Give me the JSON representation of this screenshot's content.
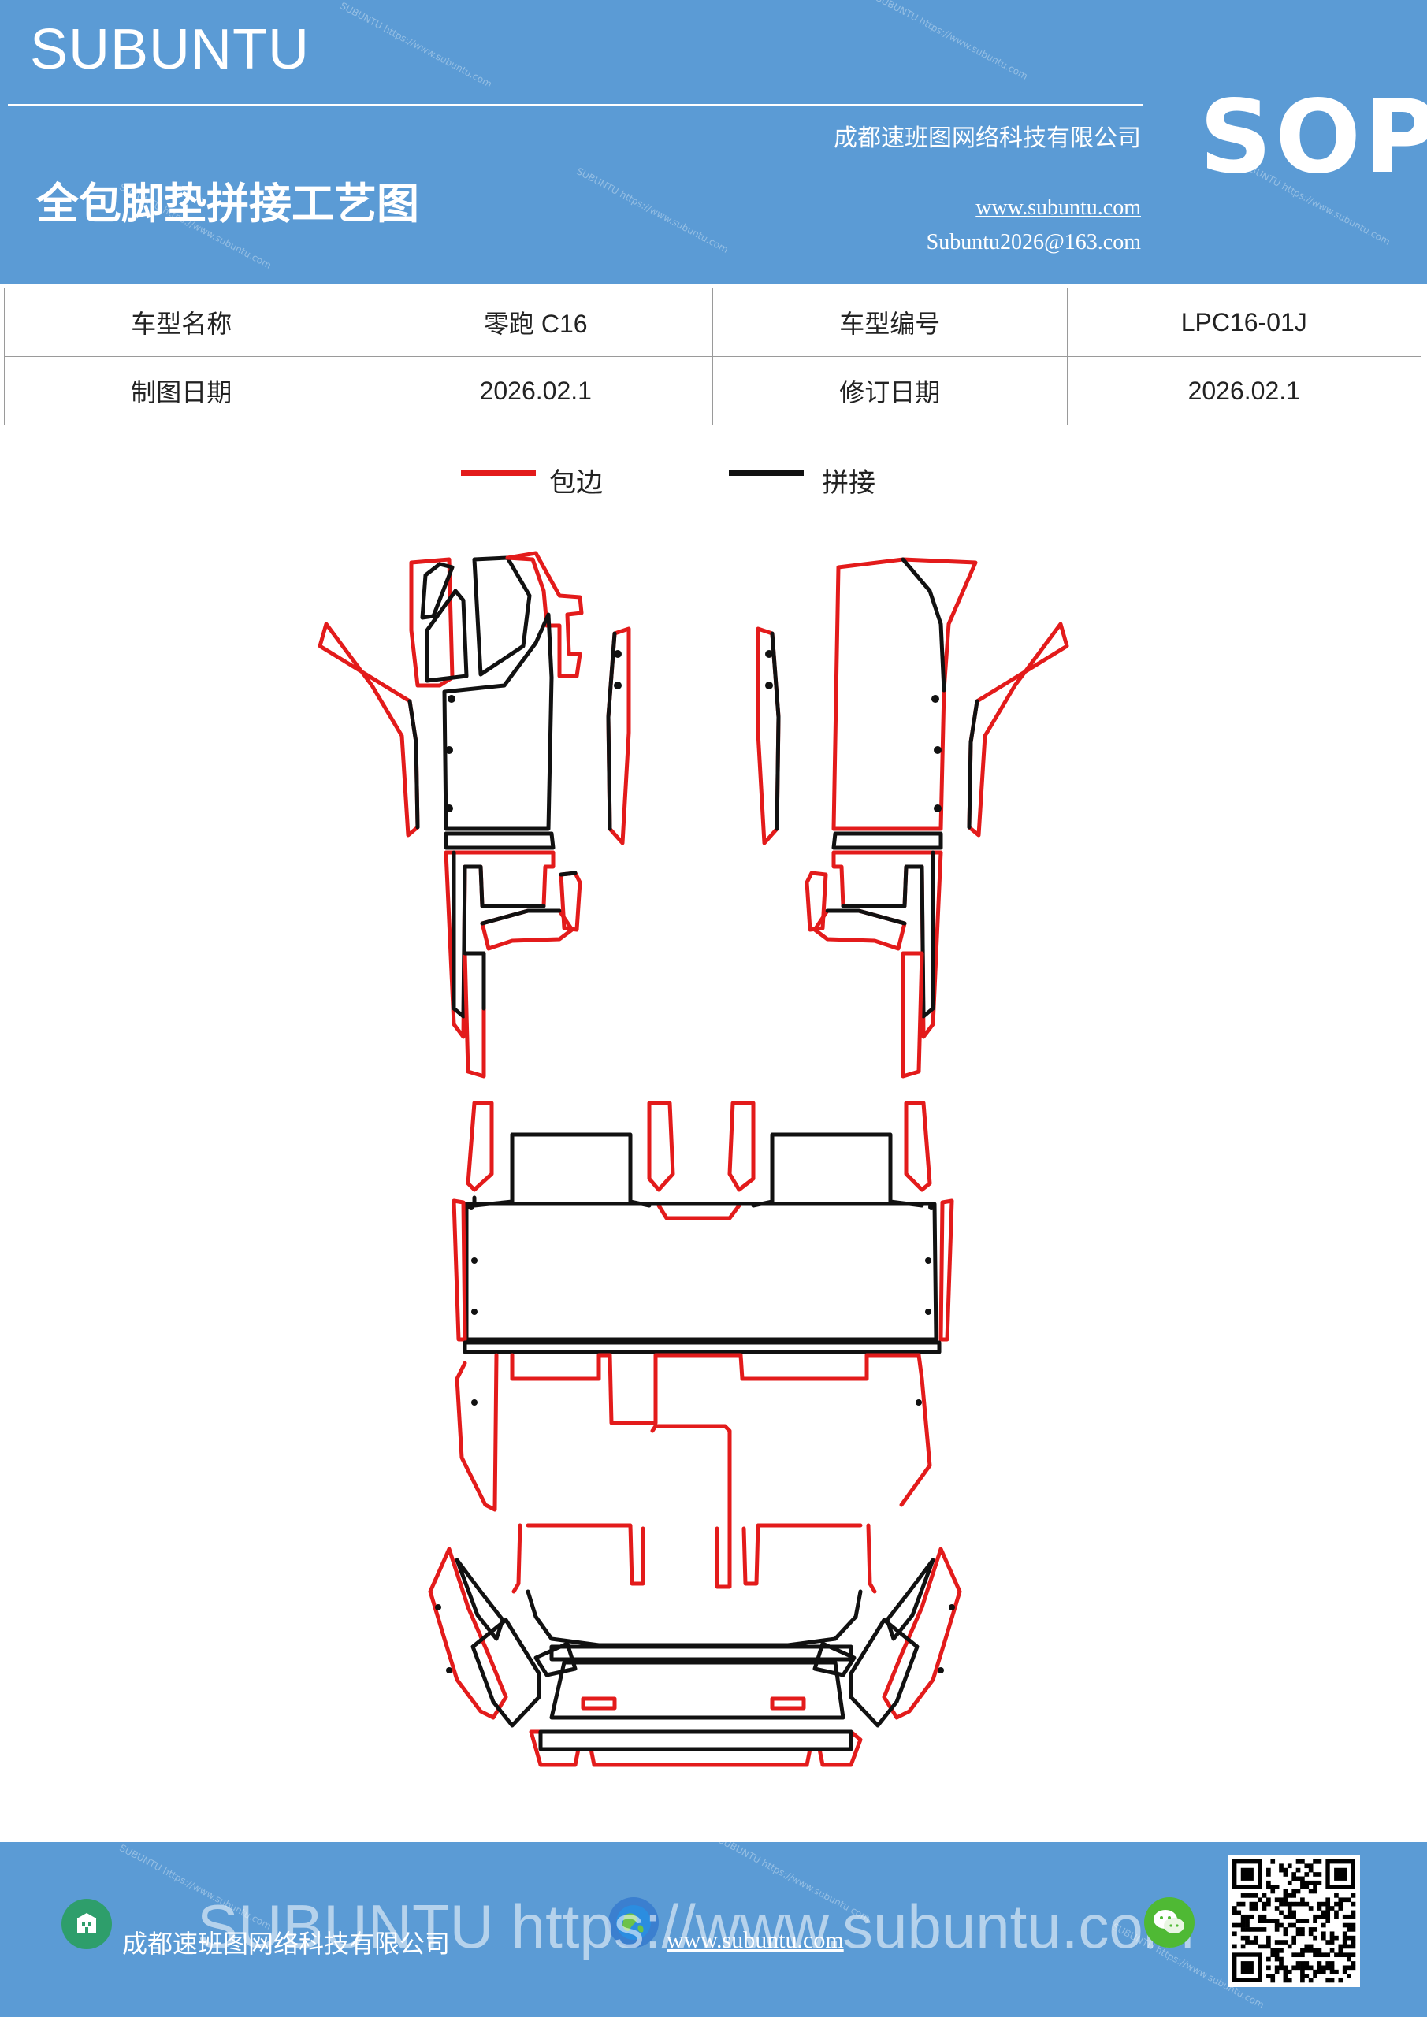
{
  "header": {
    "brand": "SUBUNTU",
    "company": "成都速班图网络科技有限公司",
    "title": "全包脚垫拼接工艺图",
    "website": "www.subuntu.com",
    "email": "Subuntu2026@163.com",
    "badge": "SOP"
  },
  "info": {
    "model_name_label": "车型名称",
    "model_name": "零跑 C16",
    "model_code_label": "车型编号",
    "model_code": "LPC16-01J",
    "draw_date_label": "制图日期",
    "draw_date": "2026.02.1",
    "revise_date_label": "修订日期",
    "revise_date": "2026.02.1"
  },
  "legend": {
    "edging_label": "包边",
    "edging_color": "#e31b1b",
    "splice_label": "拼接",
    "splice_color": "#111111"
  },
  "footer": {
    "company": "成都速班图网络科技有限公司",
    "url": "www.subuntu.com",
    "watermark": "SUBUNTU https://www.subuntu.com"
  },
  "icons": {
    "company_icon": "building-icon",
    "globe_icon": "globe-icon",
    "wechat_icon": "wechat-icon",
    "qr_code": "qr-code"
  },
  "colors": {
    "banner": "#5b9bd5",
    "edging": "#e31b1b",
    "splice": "#111111"
  }
}
